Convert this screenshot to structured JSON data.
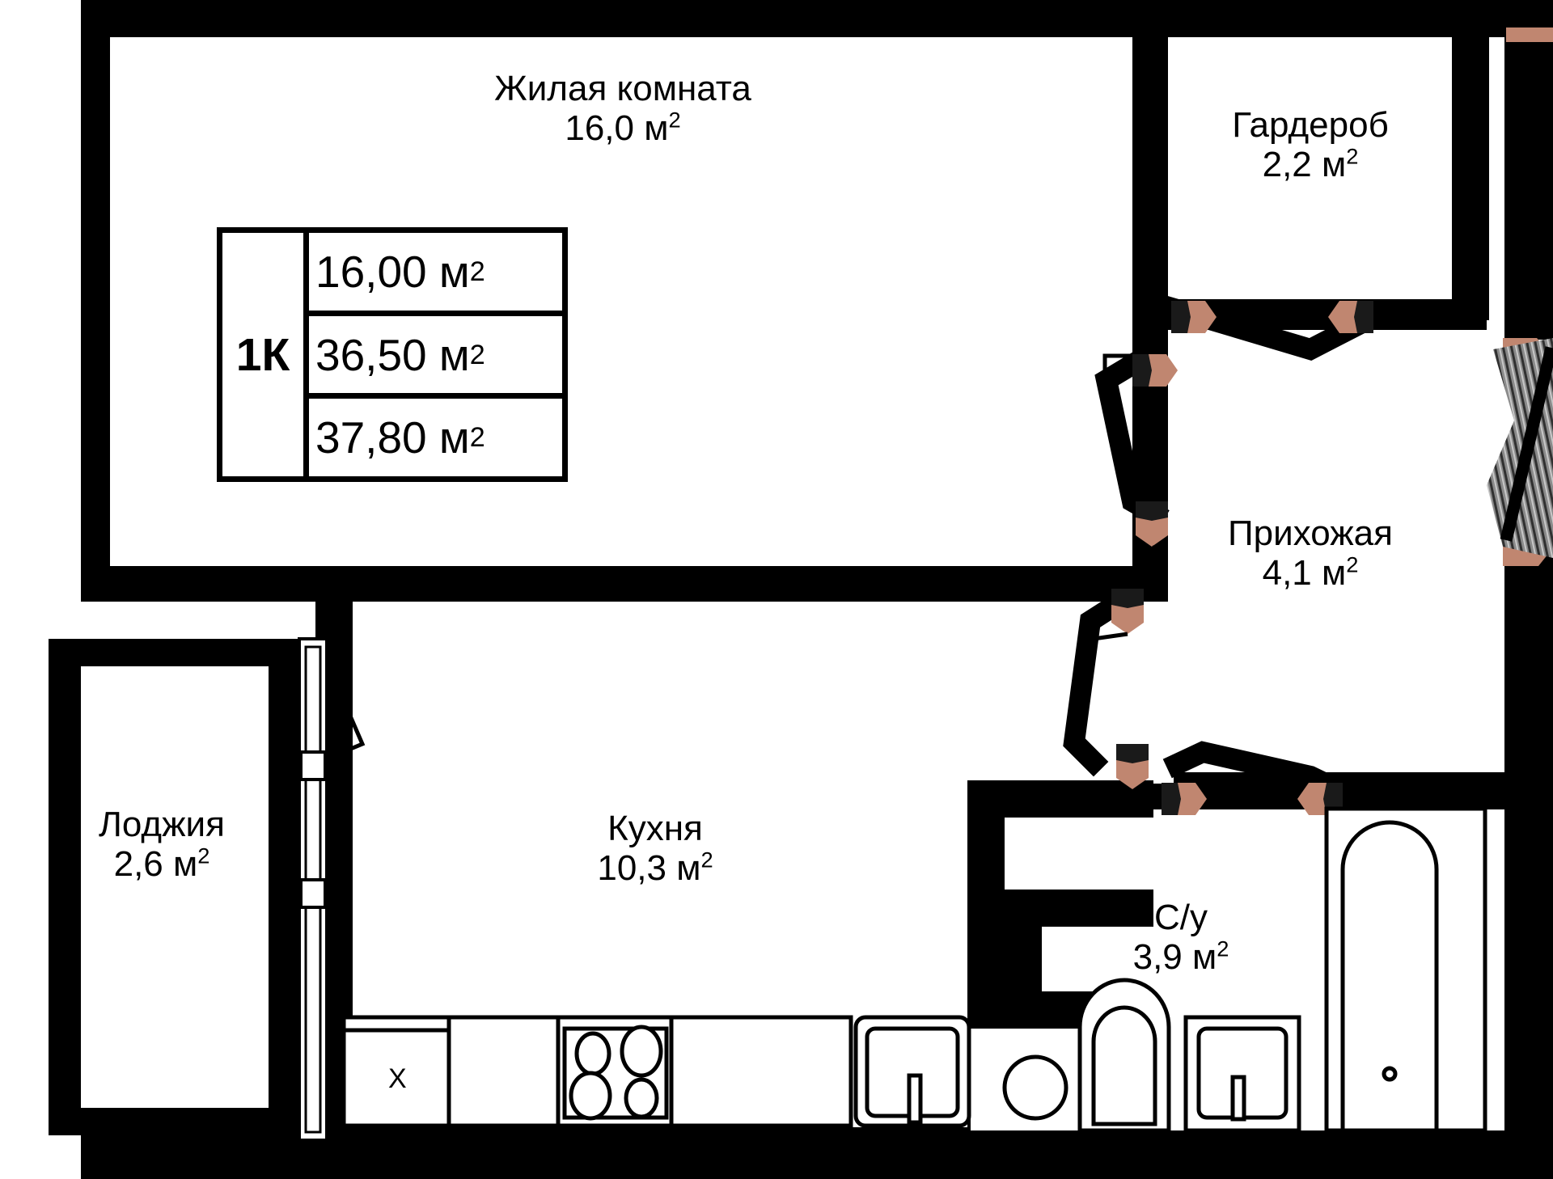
{
  "plan": {
    "type": "apartment-floor-plan",
    "wall_color": "#000000",
    "floor_color": "#ffffff",
    "door_leaf_color": "#c08670",
    "outside_color": "#7d7d7d"
  },
  "info_table": {
    "apartment_code": "1К",
    "rows": [
      {
        "label": "living_area",
        "value": "16,00 м",
        "sup": "2"
      },
      {
        "label": "area_without_balcony",
        "value": "36,50 м",
        "sup": "2"
      },
      {
        "label": "total_area",
        "value": "37,80 м",
        "sup": "2"
      }
    ]
  },
  "rooms": [
    {
      "id": "living-room",
      "name": "Жилая комната",
      "area": "16,0 м",
      "sup": "2"
    },
    {
      "id": "wardrobe",
      "name": "Гардероб",
      "area": "2,2 м",
      "sup": "2"
    },
    {
      "id": "hallway",
      "name": "Прихожая",
      "area": "4,1 м",
      "sup": "2"
    },
    {
      "id": "kitchen",
      "name": "Кухня",
      "area": "10,3 м",
      "sup": "2"
    },
    {
      "id": "bathroom",
      "name": "С/у",
      "area": "3,9 м",
      "sup": "2"
    },
    {
      "id": "loggia",
      "name": "Лоджия",
      "area": "2,6 м",
      "sup": "2"
    }
  ],
  "fixtures": {
    "refrigerator_mark": "Х",
    "items": [
      "refrigerator",
      "base-cabinet",
      "cooktop-4-burner",
      "countertop",
      "kitchen-sink",
      "toilet",
      "bathroom-sink",
      "bathtub",
      "riser-pipe",
      "balcony-window-door"
    ]
  }
}
